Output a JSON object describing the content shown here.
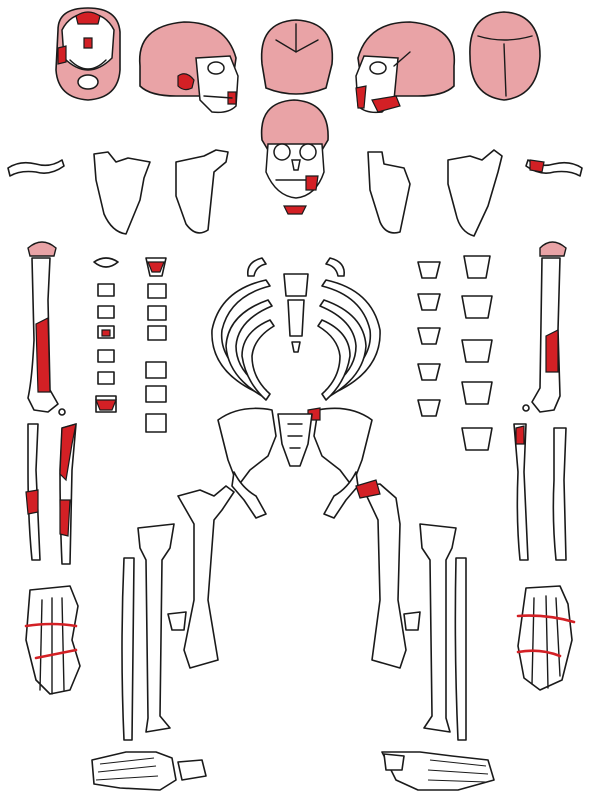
{
  "colors": {
    "background": "#ffffff",
    "outline": "#1a1a1a",
    "present_pink": "#e9a3a6",
    "lesion_red": "#d32025"
  },
  "elements": [
    "cranium-inferior-view",
    "cranium-right-lateral-view",
    "cranium-posterior-view",
    "cranium-left-lateral-view",
    "cranium-superior-view",
    "cranium-anterior-view",
    "clavicles",
    "scapulae",
    "cervical-vertebrae",
    "thoracic-vertebrae",
    "lumbar-vertebrae",
    "ribs",
    "sternum",
    "pelvis-sacrum",
    "humeri",
    "radii-ulnae",
    "hands",
    "femora",
    "patellae",
    "tibiae",
    "fibulae",
    "feet"
  ]
}
